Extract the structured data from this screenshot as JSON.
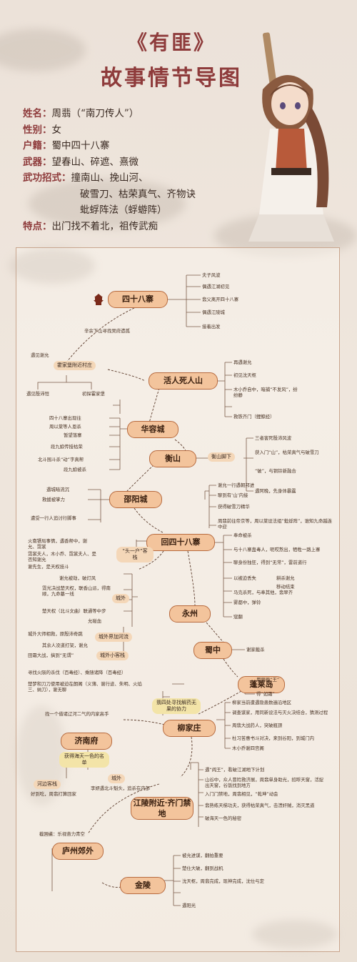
{
  "header": {
    "title": "《有匪》",
    "subtitle": "故事情节导图"
  },
  "profile": [
    {
      "key": "姓名：",
      "value": "周翡（“南刀传人”）"
    },
    {
      "key": "性别：",
      "value": "女"
    },
    {
      "key": "户籍：",
      "value": "蜀中四十八寨"
    },
    {
      "key": "武器：",
      "value": "望春山、碎遮、熹微"
    },
    {
      "key": "武功招式：",
      "value": "撞南山、挽山河、"
    },
    {
      "key": "",
      "value": "破雪刀、枯荣真气、齐物诀"
    },
    {
      "key": "",
      "value": "蚍蜉阵法（蜉蝣阵）"
    },
    {
      "key": "特点：",
      "value": "出门找不着北，祖传武痴"
    }
  ],
  "colors": {
    "accent": "#8e3b3b",
    "node_fill": "#f3c49c",
    "node_border": "#b76a3e",
    "line": "#7a5a48"
  },
  "map": {
    "nodes": {
      "n48": "四十八寨",
      "huoren": "活人死人山",
      "huarong": "华容城",
      "hengshan": "衡山",
      "shaoyang": "邵阳城",
      "hui48": "回四十八寨",
      "yongzhou": "永州",
      "shuzhong": "蜀中",
      "penglai": "蓬莱岛",
      "jinan": "济南府",
      "lijia": "柳家庄",
      "jianghu": "江陵附近·齐门禁地",
      "luzhou": "庐州郊外",
      "jinling": "金陵"
    },
    "chips": {
      "hengshan_foot": "衡山脚下",
      "toupai": "“头一户”客栈",
      "chengwai": "城外",
      "chengwai_lower": "城外",
      "xuejian": "城外界加河流",
      "xiaokezhan": "城外小客栈",
      "lijia_top": "翡四处寻找解药无果的协力",
      "huoren_village": "霍家堡附近村庄",
      "jinan_sub": "获得海天一色的名单",
      "kezhan": "河边客栈"
    },
    "texts": [
      "夫子风波",
      "偶遇江湖初见",
      "翡父离开四十八寨",
      "偶遇江陵城",
      "接着出发",
      "辛余下山寻找吴府遗孤",
      "遇见谢允",
      "遇见殷沛恒",
      "初探霍家堡",
      "再遇谢允",
      "初见沈天枢",
      "木小乔自中，暗捕“不发风”，纷纷静",
      "救铁齐门（鲤鲸经）",
      "四十八寨出现往",
      "周以棠等人恩杀",
      "暂望落寨",
      "段九娘传授枯荣",
      "北斗围斗杀“动”字真帮",
      "段九娘被杀",
      "三者害死殷沛风波",
      "获入门“山”，枯荣真气与破雪刀",
      "“破”，与铜铃新融合",
      "遇阿晚，先身体暴露",
      "遇城暗流沉",
      "救援被掌力",
      "遭受一行人追讨行脚事",
      "谢允一行遇朝邦进",
      "聊到有‘山’内接",
      "获得破雪刀精华",
      "周翡前往帝京等，周以棠设法组”蚍蜉阵”，谁知九命越连中迎",
      "火南镖局事情，遇香帮中，谢允、霓裳",
      "霓裳夫人，木小乔、霓裳夫人、是否知谢允",
      "谢先生，是天权挂斗",
      "谢允被劫，破灯风",
      "霓光决战楚天权，联香山派，得南顺，九命墓一线",
      "楚天权（北斗文曲）联通等中步",
      "允碰血",
      "城外大师相救，原殷沛奇跳",
      "其余人没道打架，谢允",
      "田霜大战，搞到“无谓”",
      "奉命被杀",
      "与十八寨蛊毒人，呃哎熬出，牺牲一路上寨",
      "聊身份独狂，得到“无常”，雷前道行",
      "以被迫丢失",
      "耕杀谢允",
      "移动结束",
      "马克杀死，与奉其他，翡翠齐",
      "雾都中，弹铃",
      "寇翻",
      "谢家截杀",
      "寻找火陨的杀伐（百毒经）、乘随诸降（百毒经）",
      "楚梦和刀刀使用被迫在朗阁（义薄、谢行迹、朱明、火焰三、纳刀），谢无聊",
      "找一个借诸辽河二气的内家高手",
      "用丽画“王”",
      "得“如霜”",
      "柳家当前遭遇隐患数遍沿地区",
      "调查谋家，用同新设法与灭火决结合，猜测过程",
      "周翡大战药人，突破瓶颈",
      "杜习苦惠书斗对决，来到谷阳，到城门内",
      "木小乔谢四宫阁",
      "好到吃，周翡打算回家",
      "李妍遇北斗魁头，追杀在内部",
      "遇“阎王”，看破江湖地下计划",
      "山谷中，众人冒险救济展，周翡单身助光，招呼天窗，活捉出天窗，谷饭找到地方",
      "入门门禁地，周翡相见，“乾坤”动会",
      "翡熟练天梯功夫，获得枯荣真气，击溃奸贼，消灭黑道",
      "破海天一色的秘密",
      "截回道：乐视奋力青空",
      "被允进谋，翻拍重要",
      "楚仕大破，翻到战机",
      "沈天枢，周翡完成，现神完成，沈仕与定",
      "遇阳光"
    ]
  }
}
